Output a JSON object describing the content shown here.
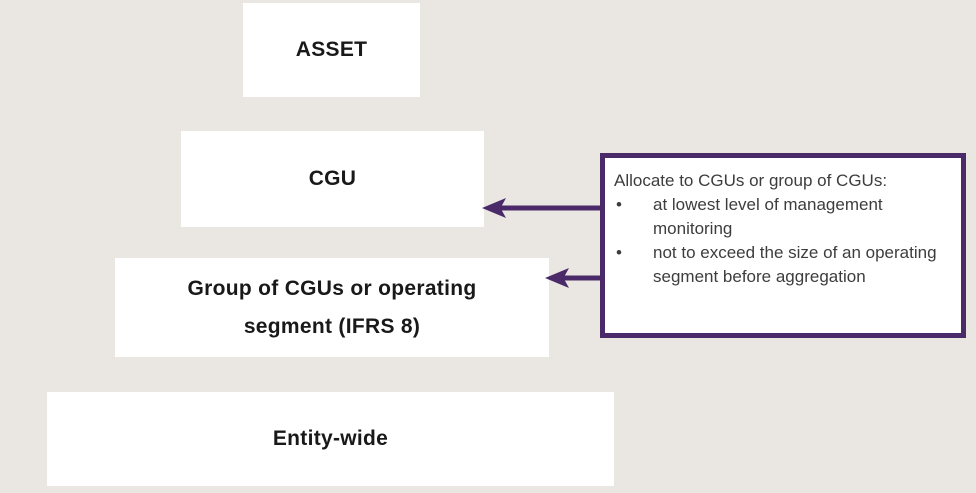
{
  "diagram": {
    "background_color": "#eae7e2",
    "accent_color": "#4a2a68",
    "box_background_color": "#ffffff",
    "box_label_color": "#191919",
    "note_text_color": "#3d3d3d"
  },
  "boxes": [
    {
      "id": "asset",
      "label": "ASSET"
    },
    {
      "id": "cgu",
      "label": "CGU"
    },
    {
      "id": "group-of-cgus",
      "label_lines": [
        "Group of CGUs or operating",
        "segment (IFRS 8)"
      ]
    },
    {
      "id": "entity-wide",
      "label": "Entity-wide"
    }
  ],
  "note": {
    "title": "Allocate to CGUs or group of CGUs:",
    "bullets": [
      "at lowest level of management monitoring",
      "not to exceed the size of an operating segment before aggregation"
    ]
  },
  "arrows": [
    {
      "name": "note-to-cgu"
    },
    {
      "name": "note-to-group"
    }
  ]
}
